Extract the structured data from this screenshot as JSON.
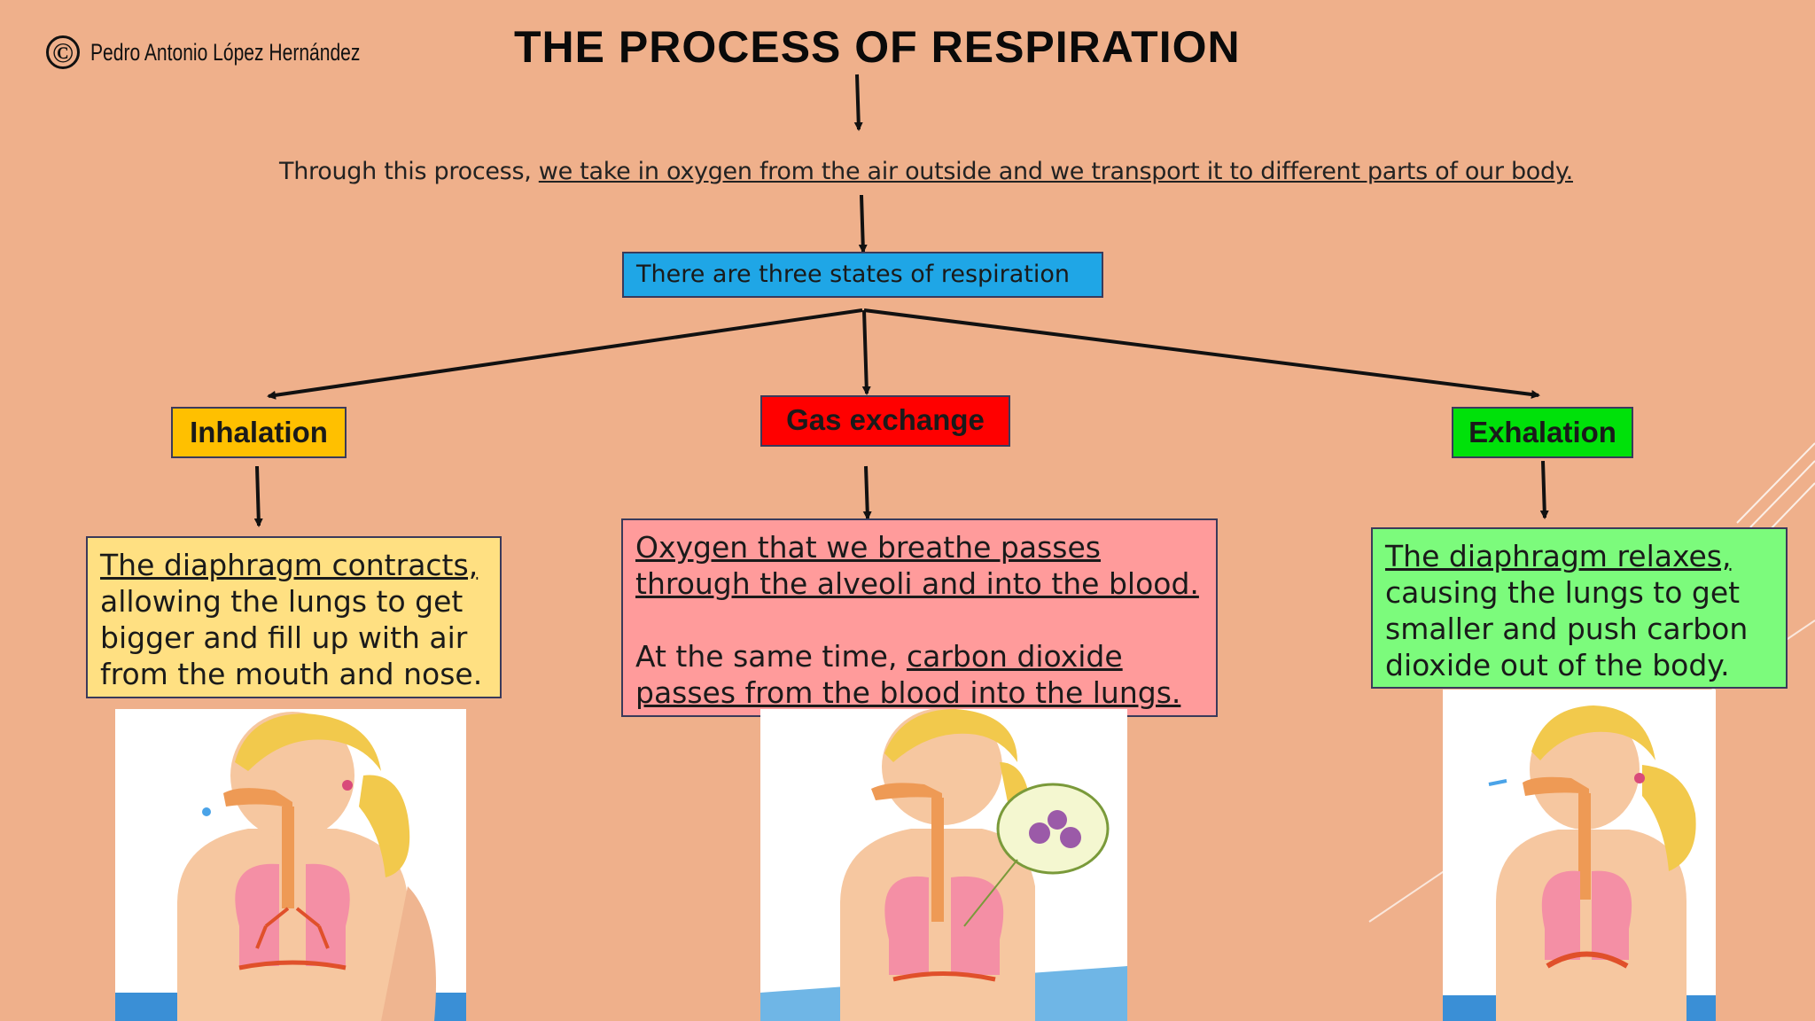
{
  "copyright": {
    "symbol": "©",
    "author": "Pedro Antonio López Hernández"
  },
  "title": "THE PROCESS OF RESPIRATION",
  "intro": {
    "lead": "Through this process, ",
    "underlined": "we take in oxygen from the air outside and we transport it to different parts of our body. "
  },
  "states_box": "There are three states of respiration",
  "stages": {
    "inhalation": {
      "label": "Inhalation",
      "desc_underlined": "The diaphragm contracts,",
      "desc_rest": " allowing the lungs to get bigger and fill up with air from the mouth and nose."
    },
    "gas_exchange": {
      "label": "Gas exchange",
      "desc_underlined_1": "Oxygen that we breathe passes through the alveoli and into the blood.",
      "desc_lead_2": "At the same time, ",
      "desc_underlined_2": "carbon dioxide passes from the blood into the lungs."
    },
    "exhalation": {
      "label": "Exhalation",
      "desc_underlined": "The diaphragm relaxes,",
      "desc_rest": " causing the lungs to get smaller and push carbon dioxide out of the body."
    }
  },
  "colors": {
    "background": "#EFB08B",
    "states_box": "#1FA6E6",
    "inhalation_label": "#FFC000",
    "inhalation_desc": "#FFE082",
    "gas_label": "#FF0000",
    "gas_desc": "#FF9B9B",
    "exhalation_label": "#00E10A",
    "exhalation_desc": "#7CFB7C"
  }
}
